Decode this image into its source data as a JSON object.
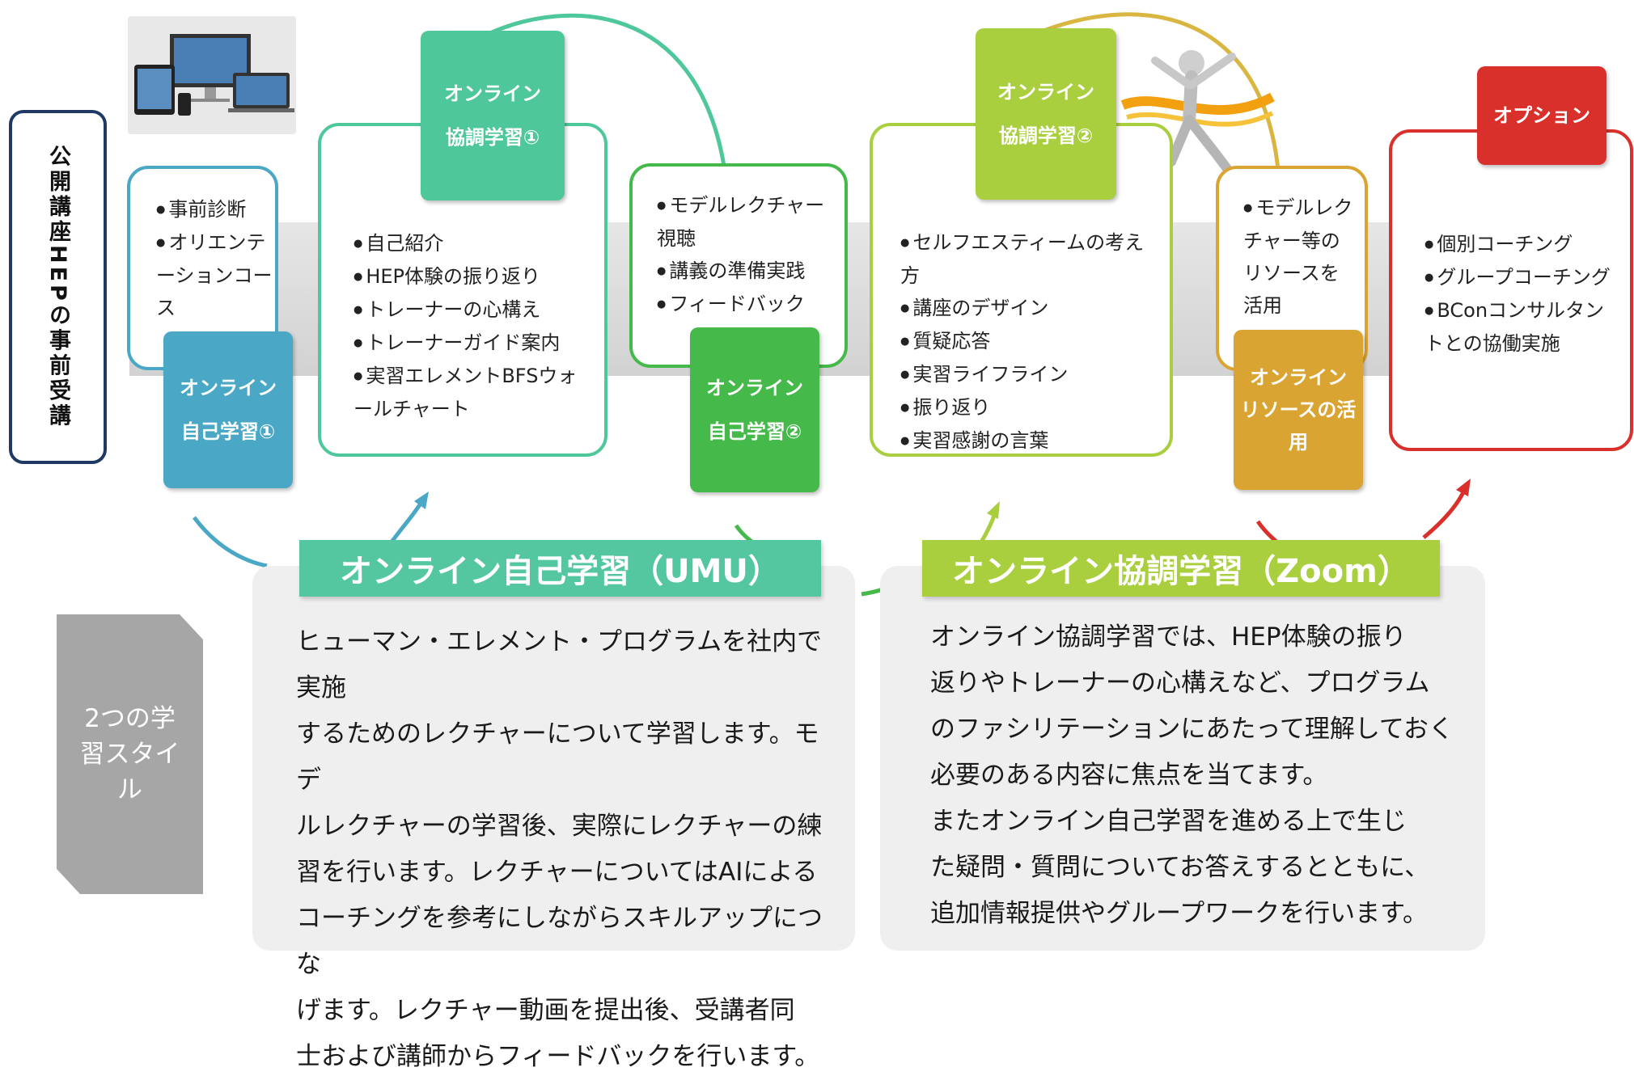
{
  "side_label": "公開講座HEPの事前受講",
  "stages": [
    {
      "tag_lines": [
        "オンライン",
        "自己学習①"
      ],
      "color": "#4aa8c6",
      "items": [
        "事前診断",
        "オリエンテーションコース"
      ]
    },
    {
      "tag_lines": [
        "オンライン",
        "協調学習①"
      ],
      "color": "#4ec79a",
      "items": [
        "自己紹介",
        "HEP体験の振り返り",
        "トレーナーの心構え",
        "トレーナーガイド案内",
        "実習エレメントBFSウォールチャート"
      ]
    },
    {
      "tag_lines": [
        "オンライン",
        "自己学習②"
      ],
      "color": "#45b94a",
      "items": [
        "モデルレクチャー視聴",
        "講義の準備実践",
        "フィードバック"
      ]
    },
    {
      "tag_lines": [
        "オンライン",
        "協調学習②"
      ],
      "color": "#a9cf3f",
      "items": [
        "セルフエスティームの考え方",
        "講座のデザイン",
        "質疑応答",
        "実習ライフライン",
        "振り返り",
        "実習感謝の言葉"
      ]
    },
    {
      "tag_lines": [
        "オンライン",
        "リソースの活",
        "用"
      ],
      "color": "#d9a431",
      "items": [
        "モデルレクチャー等のリソースを活用"
      ]
    },
    {
      "tag_lines": [
        "オプション"
      ],
      "color": "#d9302c",
      "items": [
        "個別コーチング",
        "グループコーチング",
        "BConコンサルタントとの協働実施"
      ]
    }
  ],
  "styles_label": "2つの学習スタイル",
  "self_study": {
    "title": "オンライン自己学習（UMU）",
    "color": "#54c7a0",
    "lines": [
      "ヒューマン・エレメント・プログラムを社内で実施",
      "するためのレクチャーについて学習します。モデ",
      "ルレクチャーの学習後、実際にレクチャーの練",
      "習を行います。レクチャーについてはAIによる",
      "コーチングを参考にしながらスキルアップにつな",
      "げます。レクチャー動画を提出後、受講者同",
      "士および講師からフィードバックを行います。"
    ]
  },
  "collab_study": {
    "title": "オンライン協調学習（Zoom）",
    "color": "#a9cf3f",
    "lines": [
      "オンライン協調学習では、HEP体験の振り",
      "返りやトレーナーの心構えなど、プログラム",
      "のファシリテーションにあたって理解しておく",
      "必要のある内容に焦点を当てます。",
      "またオンライン自己学習を進める上で生じ",
      "た疑問・質問についてお答えするとともに、",
      "追加情報提供やグループワークを行います。"
    ]
  },
  "icons": [
    "devices-image",
    "runner-image"
  ]
}
